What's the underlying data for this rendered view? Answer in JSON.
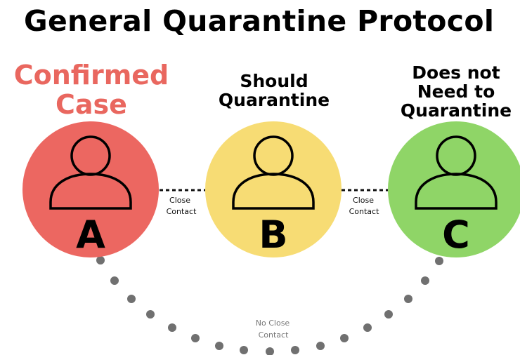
{
  "title": "General Quarantine Protocol",
  "people": [
    {
      "heading": [
        "Confirmed",
        "Case"
      ],
      "letter": "A",
      "color": "#ec6761"
    },
    {
      "heading": [
        "Should",
        "Quarantine"
      ],
      "letter": "B",
      "color": "#f7dc74"
    },
    {
      "heading": [
        "Does not",
        "Need to",
        "Quarantine"
      ],
      "letter": "C",
      "color": "#8fd567"
    }
  ],
  "heading_colors": {
    "confirmed": "#e9675f",
    "default": "#000000"
  },
  "links": [
    {
      "from": "A",
      "to": "B",
      "label": [
        "Close",
        "Contact"
      ],
      "style": "dashed"
    },
    {
      "from": "B",
      "to": "C",
      "label": [
        "Close",
        "Contact"
      ],
      "style": "dashed"
    },
    {
      "from": "A",
      "to": "C",
      "label": [
        "No Close",
        "Contact"
      ],
      "style": "dotted-arc",
      "color": "#707070"
    }
  ]
}
